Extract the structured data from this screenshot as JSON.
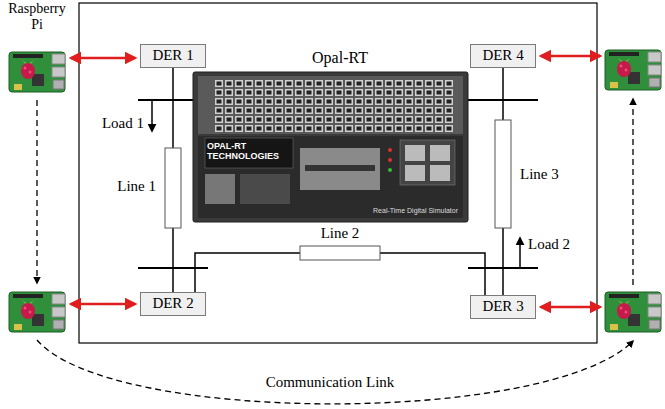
{
  "diagram": {
    "nodes": [
      {
        "text": [
          "DER 1"
        ]
      },
      {
        "text": [
          "DER 4"
        ]
      },
      {
        "text": [
          "DER 2"
        ]
      },
      {
        "text": [
          "DER 3"
        ]
      }
    ],
    "edges": [
      {
        "from": 0,
        "to": 2,
        "arrow": "none",
        "label": "Line 1"
      },
      {
        "from": 2,
        "to": 3,
        "arrow": "none",
        "label": "Line 2"
      },
      {
        "from": 3,
        "to": 1,
        "arrow": "none",
        "label": "Line 3"
      }
    ],
    "labels": [
      "Raspberry Pi",
      "Opal-RT",
      "OPAL-RT TECHNOLOGIES",
      "Real-Time Digital Simulator",
      "Load 1",
      "Load 2",
      "Communication Link"
    ]
  }
}
